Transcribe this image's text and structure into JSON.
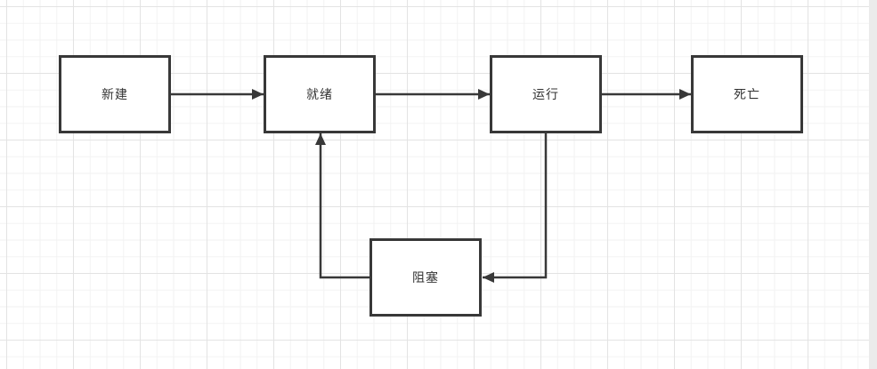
{
  "diagram": {
    "type": "flowchart",
    "nodes": [
      {
        "id": "new",
        "label": "新建"
      },
      {
        "id": "ready",
        "label": "就绪"
      },
      {
        "id": "running",
        "label": "运行"
      },
      {
        "id": "dead",
        "label": "死亡"
      },
      {
        "id": "blocked",
        "label": "阻塞"
      }
    ],
    "edges": [
      {
        "from": "新建",
        "to": "就绪"
      },
      {
        "from": "就绪",
        "to": "运行"
      },
      {
        "from": "运行",
        "to": "死亡"
      },
      {
        "from": "运行",
        "to": "阻塞"
      },
      {
        "from": "阻塞",
        "to": "就绪"
      }
    ],
    "colors": {
      "node_border": "#383838",
      "node_fill": "#ffffff",
      "edge": "#383838",
      "text": "#333333",
      "grid_minor": "#f2f2f2",
      "grid_major": "#e3e3e3",
      "background": "#ffffff",
      "scrollbar_track": "#ebebeb"
    }
  }
}
